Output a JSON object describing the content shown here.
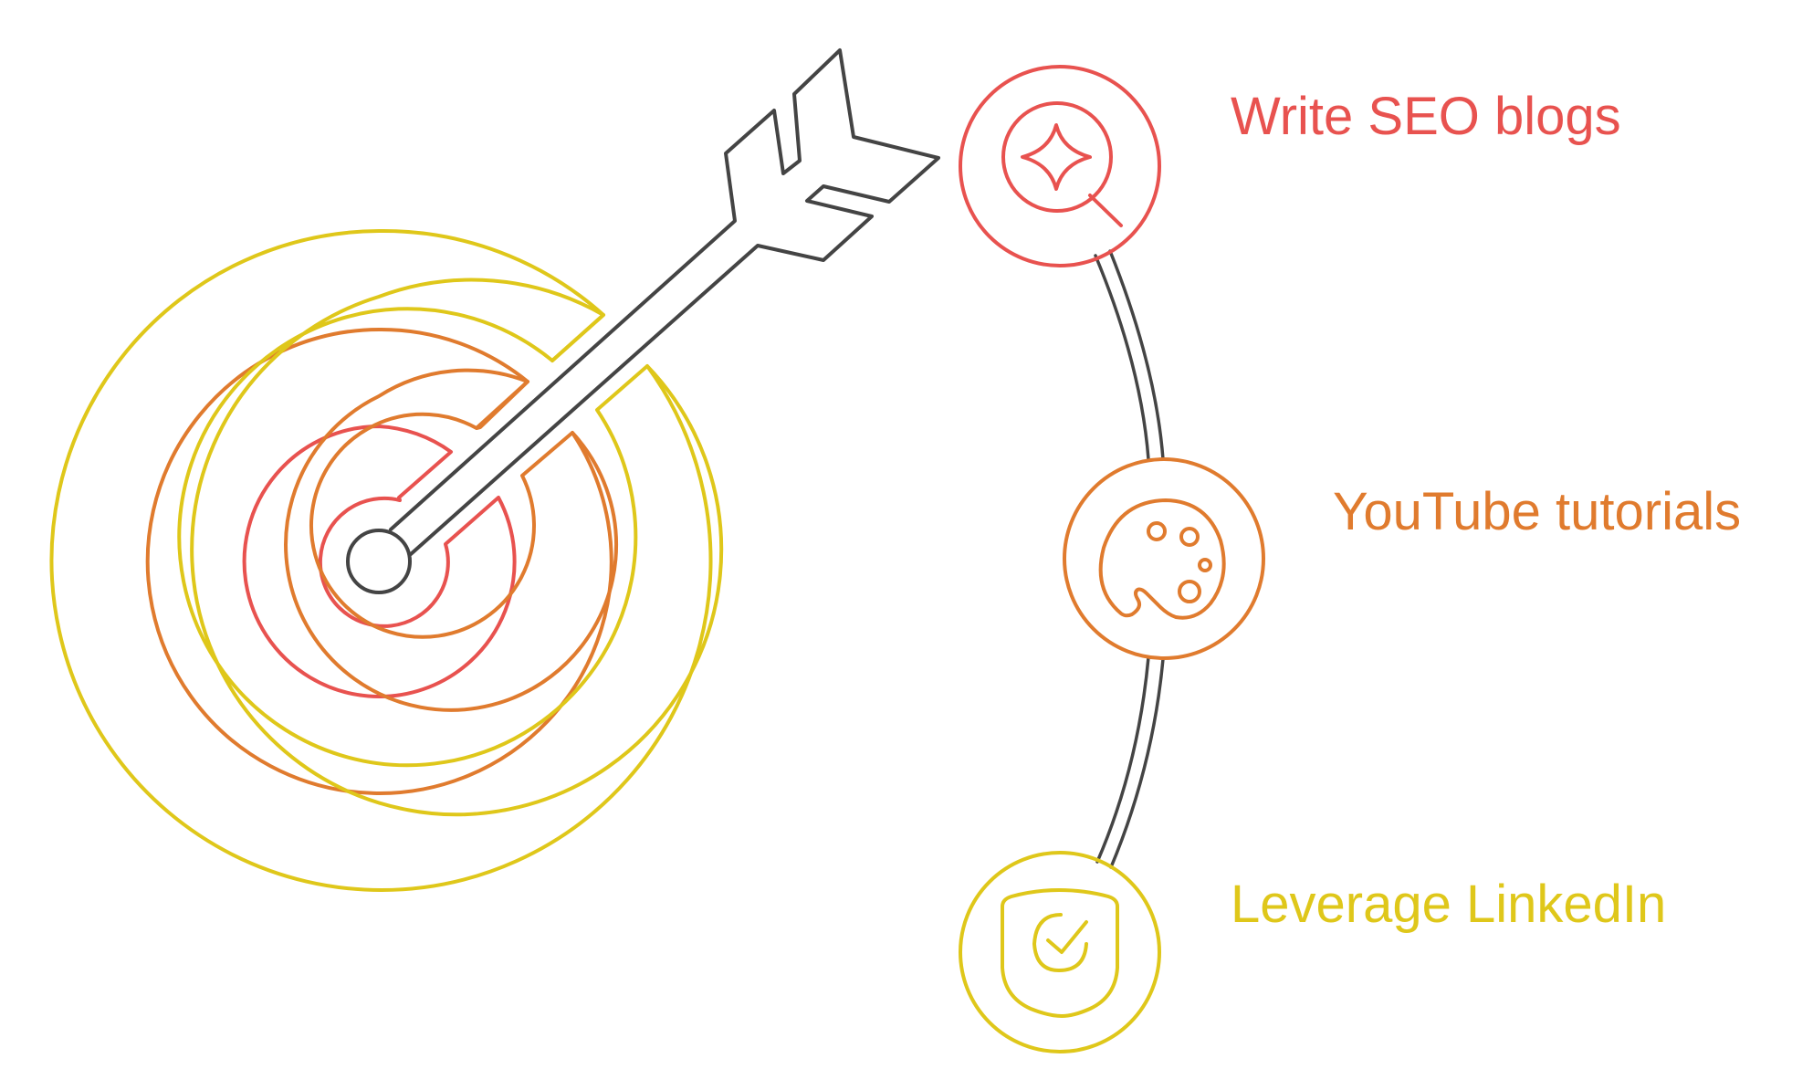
{
  "colors": {
    "red": "#e8524f",
    "orange": "#e07b2e",
    "yellow": "#dfc71a",
    "dark": "#444444"
  },
  "steps": [
    {
      "label": "Write SEO blogs",
      "icon": "magnifier-sparkle-icon",
      "color": "#e8524f"
    },
    {
      "label": "YouTube tutorials",
      "icon": "palette-icon",
      "color": "#e07b2e"
    },
    {
      "label": "Leverage LinkedIn",
      "icon": "shield-check-icon",
      "color": "#dfc71a"
    }
  ]
}
